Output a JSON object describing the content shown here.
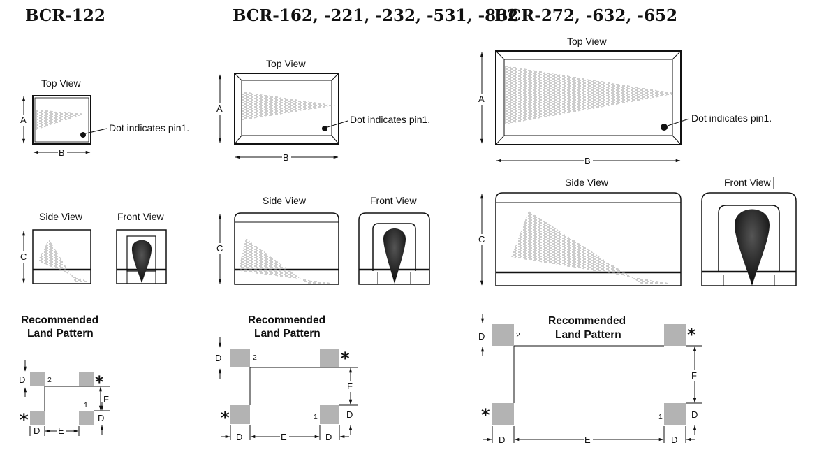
{
  "titles": [
    "BCR-122",
    "BCR-162, -221, -232, -531, -802",
    "BCR-272, -632, -652"
  ],
  "views": {
    "top": "Top View",
    "side": "Side View",
    "front": "Front View"
  },
  "pin_note": "Dot indicates pin1.",
  "land_pattern": [
    "Recommended",
    "Land Pattern"
  ],
  "dims": {
    "a": "A",
    "b": "B",
    "c": "C",
    "d": "D",
    "e": "E",
    "f": "F"
  },
  "pins": {
    "one": "1",
    "two": "2"
  },
  "marker": "*",
  "colors": {
    "line": "#111111",
    "pad": "#b3b3b3",
    "pattern": "#9a9a9a",
    "element": "#1a1a1a"
  }
}
